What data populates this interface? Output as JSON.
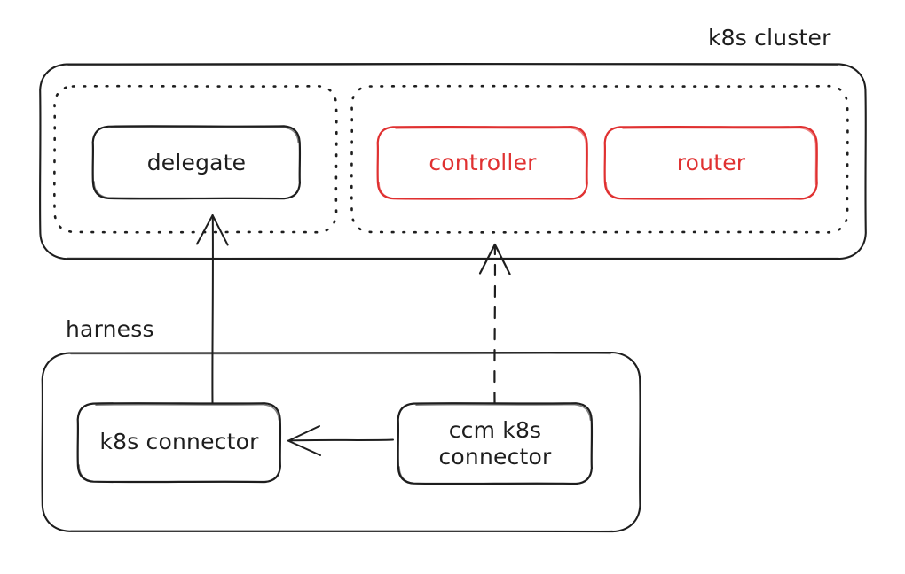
{
  "diagram": {
    "title": "k8s cluster and harness connector architecture",
    "style": "hand-drawn sketch",
    "background": "#ffffff",
    "colors": {
      "ink": "#1e1e1e",
      "accent_red": "#e03131"
    },
    "captions": [
      {
        "id": "k8s-cluster-caption",
        "text": "k8s cluster"
      },
      {
        "id": "harness-caption",
        "text": "harness"
      }
    ],
    "containers": [
      {
        "id": "k8s-cluster",
        "label": "k8s cluster",
        "stroke": "solid",
        "color": "#1e1e1e",
        "groups": [
          {
            "id": "delegate-namespace",
            "stroke": "dotted",
            "nodes": [
              "delegate"
            ]
          },
          {
            "id": "service-namespace",
            "stroke": "dotted",
            "nodes": [
              "controller",
              "router"
            ]
          }
        ]
      },
      {
        "id": "harness",
        "label": "harness",
        "stroke": "solid",
        "color": "#1e1e1e",
        "nodes": [
          "k8s-connector",
          "ccm-k8s-connector"
        ]
      }
    ],
    "nodes": [
      {
        "id": "delegate",
        "label": "delegate",
        "color": "#1e1e1e"
      },
      {
        "id": "controller",
        "label": "controller",
        "color": "#e03131"
      },
      {
        "id": "router",
        "label": "router",
        "color": "#e03131"
      },
      {
        "id": "k8s-connector",
        "label": "k8s connector",
        "color": "#1e1e1e"
      },
      {
        "id": "ccm-k8s-connector",
        "label": "ccm k8s\nconnector",
        "line1": "ccm k8s",
        "line2": "connector",
        "color": "#1e1e1e"
      }
    ],
    "edges": [
      {
        "id": "k8s-connector-to-delegate",
        "from": "k8s-connector",
        "to": "delegate",
        "stroke": "solid",
        "arrow": "end"
      },
      {
        "id": "ccm-connector-to-service-namespace",
        "from": "ccm-k8s-connector",
        "to": "service-namespace",
        "stroke": "dashed",
        "arrow": "end"
      },
      {
        "id": "ccm-connector-to-k8s-connector",
        "from": "ccm-k8s-connector",
        "to": "k8s-connector",
        "stroke": "solid",
        "arrow": "end"
      }
    ]
  }
}
